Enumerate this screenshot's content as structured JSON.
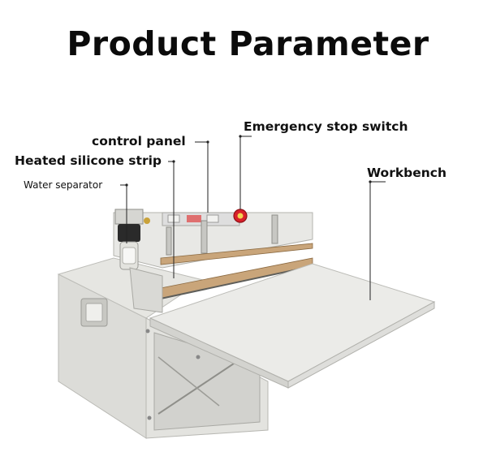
{
  "title": "Product Parameter",
  "labels": {
    "control_panel": "control panel",
    "emergency_stop": "Emergency stop switch",
    "heated_strip": "Heated silicone strip",
    "water_separator": "Water separator",
    "workbench": "Workbench"
  },
  "colors": {
    "body": "#e9e9e6",
    "body_shadow": "#cfcfcb",
    "bench": "#ebebe8",
    "strip": "#c9a57a",
    "stop_button": "#d8202a",
    "leader": "#222222"
  }
}
